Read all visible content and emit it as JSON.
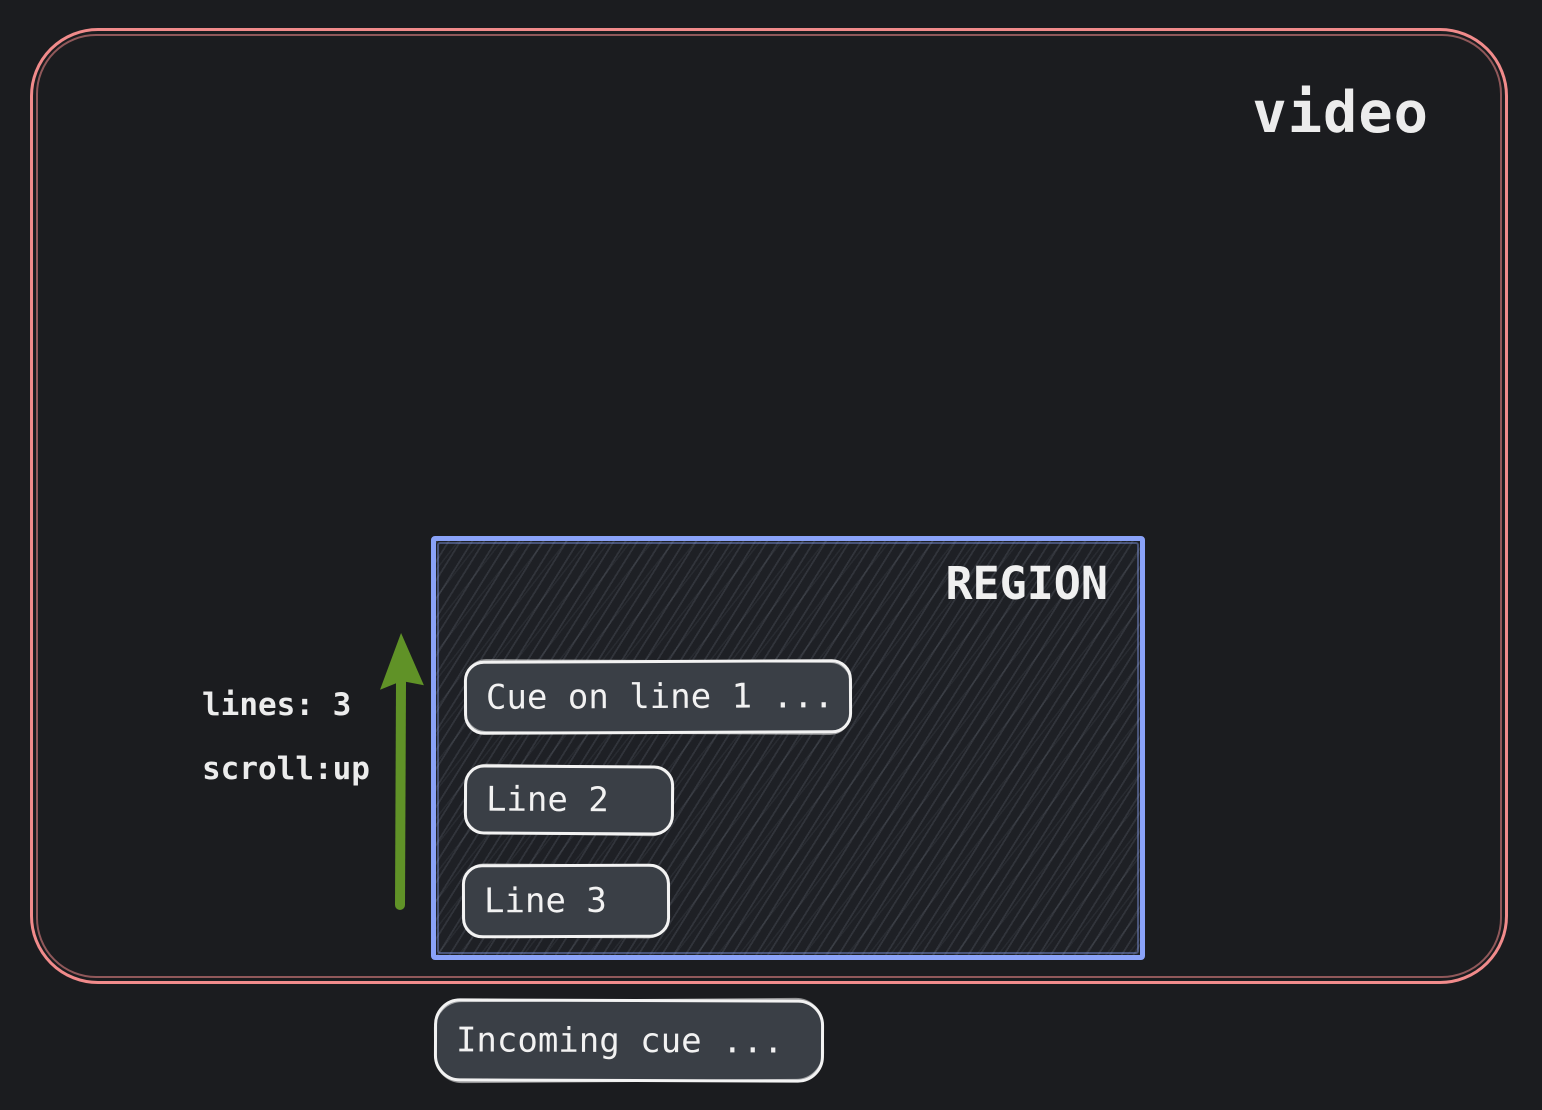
{
  "video": {
    "label": "video",
    "frame_color": "#f18b8b"
  },
  "region": {
    "label": "REGION",
    "border_color": "#8aa2f8",
    "fill_style": "hachure",
    "cues": [
      {
        "label": "Cue on line 1 ..."
      },
      {
        "label": "Line 2"
      },
      {
        "label": "Line 3"
      }
    ]
  },
  "annotation": {
    "lines_label": "lines: 3",
    "scroll_label": "scroll:up",
    "arrow_direction": "up",
    "arrow_color": "#609227"
  },
  "incoming_cue": {
    "label": "Incoming cue ..."
  },
  "colors": {
    "background": "#1b1c1f",
    "cue_fill": "#3a3f46",
    "cue_border": "#f2f2f2",
    "text": "#ececec"
  }
}
